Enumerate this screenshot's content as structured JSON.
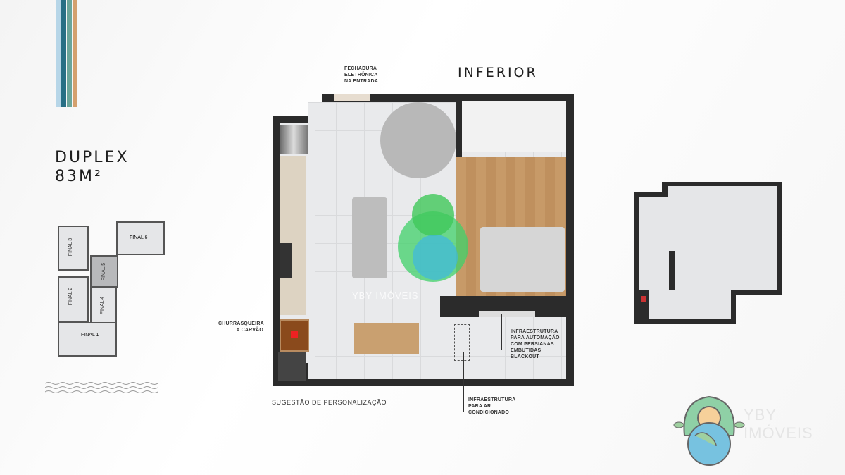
{
  "brand_stripes": [
    "#b7d6e8",
    "#276f85",
    "#6aa59a",
    "#d4a06e"
  ],
  "heading": {
    "line1": "DUPLEX",
    "line2": "83M²"
  },
  "plan_title": "INFERIOR",
  "annotations": {
    "lock": "FECHADURA ELETRÔNICA NA ENTRADA",
    "bbq": "CHURRASQUEIRA A CARVÃO",
    "automation": "INFRAESTRUTURA PARA AUTOMAÇÃO COM PERSIANAS EMBUTIDAS BLACKOUT",
    "ac": "INFRAESTRUTURA PARA AR CONDICIONADO",
    "suggestion": "SUGESTÃO DE PERSONALIZAÇÃO"
  },
  "building_units": [
    "FINAL 1",
    "FINAL 2",
    "FINAL 3",
    "FINAL 4",
    "FINAL 5",
    "FINAL 6"
  ],
  "watermark": "YBY IMÓVEIS",
  "logo_text": "YBY IMÓVEIS",
  "colors": {
    "wall": "#2b2b2b",
    "wood": "#c79a68",
    "floor": "#e9eaec",
    "highlight_unit": "#b8b9bb"
  }
}
